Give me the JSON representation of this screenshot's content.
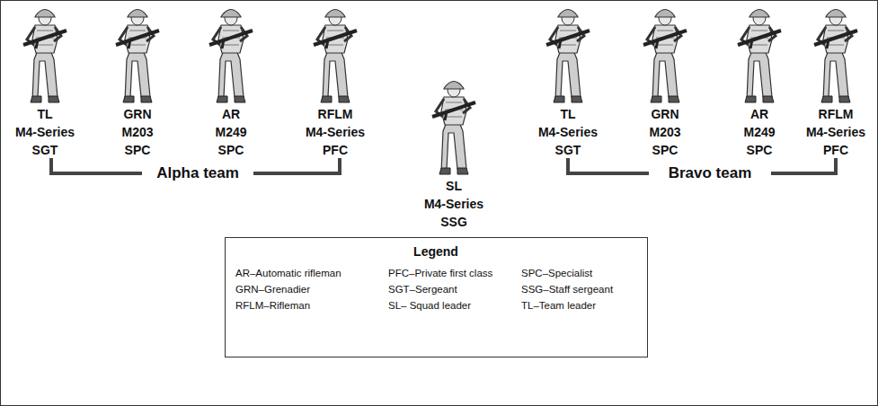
{
  "diagram": {
    "labels": [
      "TL",
      "M4-Series",
      "SGT",
      "GRN",
      "M203",
      "SPC",
      "AR",
      "M249",
      "SPC",
      "RFLM",
      "M4-Series",
      "PFC",
      "Alpha team",
      "SL",
      "M4-Series",
      "SSG",
      "TL",
      "M4-Series",
      "SGT",
      "GRN",
      "M203",
      "SPC",
      "AR",
      "M249",
      "SPC",
      "RFLM",
      "M4-Series",
      "PFC",
      "Bravo team",
      "Legend"
    ],
    "legend": [
      {
        "text": "AR–Automatic rifleman"
      },
      {
        "text": "PFC–Private first class"
      },
      {
        "text": "SPC–Specialist"
      },
      {
        "text": "GRN–Grenadier"
      },
      {
        "text": "SGT–Sergeant"
      },
      {
        "text": "SSG–Staff sergeant"
      },
      {
        "text": "RFLM–Rifleman"
      },
      {
        "text": "SL– Squad leader"
      },
      {
        "text": "TL–Team leader"
      }
    ]
  }
}
